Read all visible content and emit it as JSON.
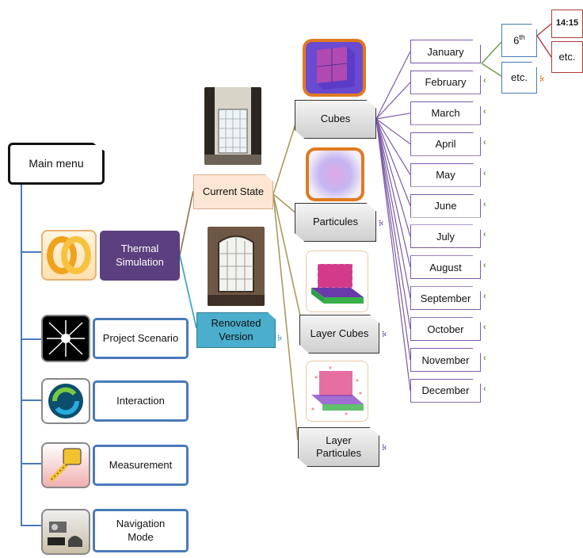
{
  "main_menu": {
    "title": "Main menu",
    "items": [
      {
        "id": "thermal",
        "label": "Thermal\nSimulation",
        "icon": "thermal-simulation-icon"
      },
      {
        "id": "scenario",
        "label": "Project Scenario",
        "icon": "project-scenario-icon"
      },
      {
        "id": "interaction",
        "label": "Interaction",
        "icon": "interaction-icon"
      },
      {
        "id": "measurement",
        "label": "Measurement",
        "icon": "measurement-icon"
      },
      {
        "id": "navigation",
        "label": "Navigation\nMode",
        "icon": "navigation-mode-icon"
      }
    ]
  },
  "states": {
    "current": "Current State",
    "renovated": "Renovated\nVersion"
  },
  "visualizations": {
    "cubes": "Cubes",
    "particules": "Particules",
    "layer_cubes": "Layer Cubes",
    "layer_particules": "Layer\nParticules"
  },
  "months": [
    "January",
    "February",
    "March",
    "April",
    "May",
    "June",
    "July",
    "August",
    "September",
    "October",
    "November",
    "December"
  ],
  "day": {
    "value": "6",
    "suffix": "th"
  },
  "day_etc": "etc.",
  "time": "14:15",
  "time_etc": "etc.",
  "colors": {
    "thermal": "#5b3f7e",
    "renovated": "#4aaecc",
    "current": "#fde6d4",
    "menu_border": "#4a7ab8",
    "month_border": "#7b5aa6",
    "day_border": "#4a7ab8",
    "time_border": "#b03b3b",
    "orange": "#e07a20"
  }
}
